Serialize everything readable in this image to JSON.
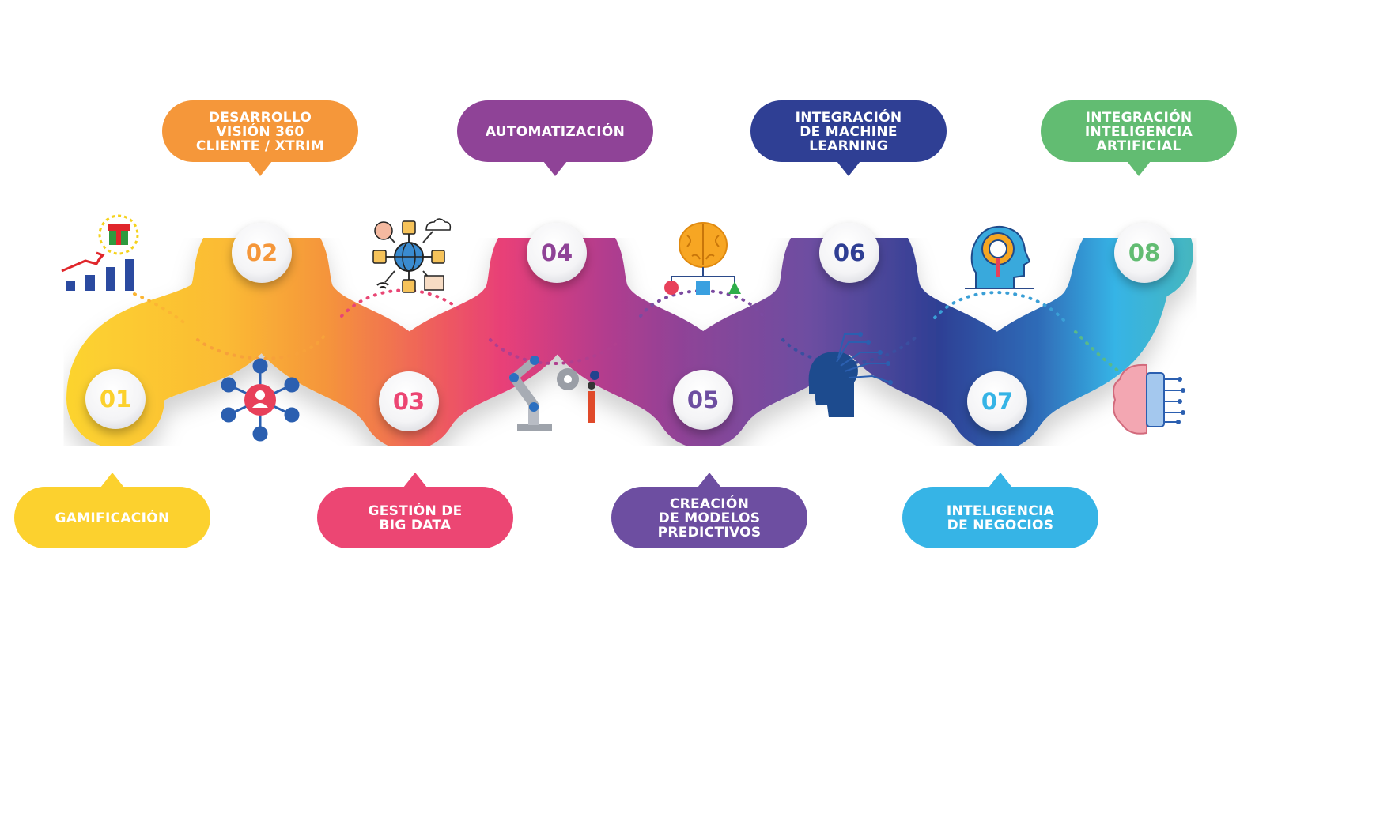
{
  "steps": [
    {
      "number": "01",
      "label": [
        "GAMIFICACIÓN"
      ],
      "color": "#fcd12e",
      "icon": "growth-chart-gift-icon"
    },
    {
      "number": "02",
      "label": [
        "DESARROLLO",
        "VISIÓN 360",
        "CLIENTE / XTRIM"
      ],
      "color": "#f5973a",
      "icon": "customer-network-icon"
    },
    {
      "number": "03",
      "label": [
        "GESTIÓN DE",
        "BIG DATA"
      ],
      "color": "#ec4673",
      "icon": "big-data-globe-icon"
    },
    {
      "number": "04",
      "label": [
        "AUTOMATIZACIÓN"
      ],
      "color": "#8f4397",
      "icon": "robot-arm-icon"
    },
    {
      "number": "05",
      "label": [
        "CREACIÓN",
        "DE MODELOS",
        "PREDICTIVOS"
      ],
      "color": "#6d4ea1",
      "icon": "brain-model-icon"
    },
    {
      "number": "06",
      "label": [
        "INTEGRACIÓN",
        "DE MACHINE",
        "LEARNING"
      ],
      "color": "#2f3f94",
      "icon": "circuit-head-icon"
    },
    {
      "number": "07",
      "label": [
        "INTELIGENCIA",
        "DE NEGOCIOS"
      ],
      "color": "#36b4e6",
      "icon": "gear-head-icon"
    },
    {
      "number": "08",
      "label": [
        "INTEGRACIÓN",
        "INTELIGENCIA",
        "ARTIFICIAL"
      ],
      "color": "#62bc72",
      "icon": "ai-brain-chip-icon"
    }
  ]
}
